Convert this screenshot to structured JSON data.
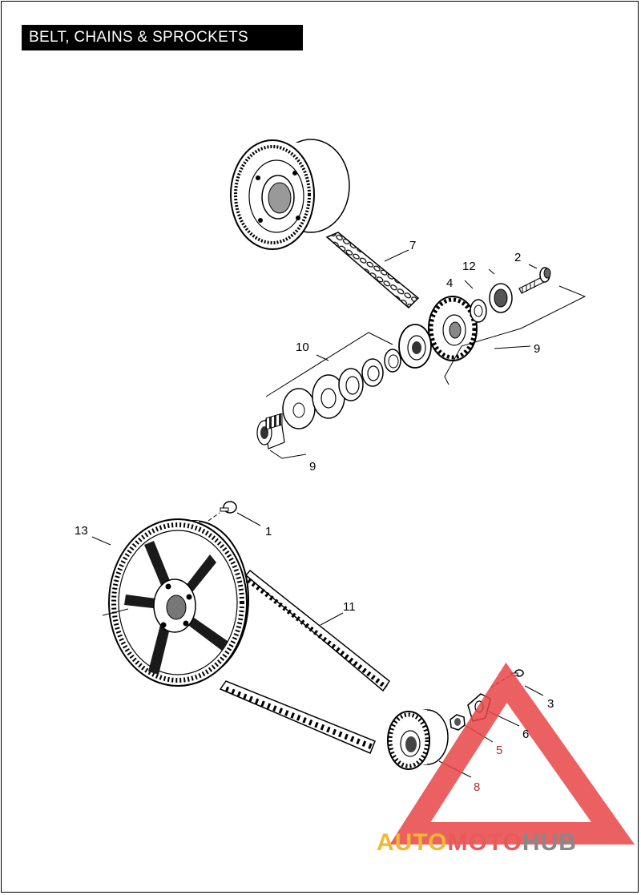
{
  "title": "BELT, CHAINS & SPROCKETS",
  "callouts": {
    "c1": "1",
    "c2": "2",
    "c3": "3",
    "c4": "4",
    "c5": "5",
    "c6": "6",
    "c7": "7",
    "c8": "8",
    "c9a": "9",
    "c9b": "9",
    "c10": "10",
    "c11": "11",
    "c12": "12",
    "c13": "13"
  },
  "watermark": {
    "part1": "AUTO",
    "part2": "MOTO",
    "part3": "HUB",
    "color1": "#f2b632",
    "color2": "#e85a5a",
    "color3": "#888888",
    "logo_color": "#e84545"
  }
}
